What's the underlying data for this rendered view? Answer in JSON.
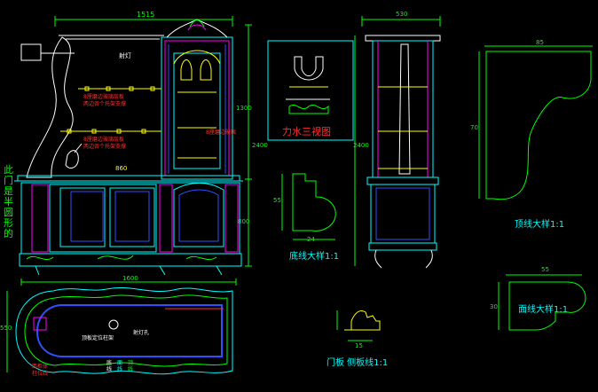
{
  "colors": {
    "background": "#000000",
    "cyan": "#00ffff",
    "green": "#00ff00",
    "yellow": "#ffff00",
    "red": "#ff3030",
    "magenta": "#ff00ff",
    "blue": "#3050ff",
    "white": "#ffffff"
  },
  "labels": {
    "cabinet_width": "1515",
    "side_note": "此门是半圆形的",
    "lamp_top": "射灯",
    "glass_note_1a": "8厘磨边玻璃层板",
    "glass_note_1b": "两边各个托架支撑",
    "glass_note_2a": "8厘磨边玻璃层板",
    "glass_note_2b": "两边各个托架支撑",
    "glass_note_3": "8厘磨边玻璃",
    "counter_height": "860",
    "waterfall_title": "力水三视图",
    "base_line_title": "底线大样1:1",
    "top_line_title": "顶线大样1:1",
    "face_line_title": "面线大样1:1",
    "door_line_title": "门板 侧板线1:1",
    "plan_width": "1600",
    "plan_depth": "550",
    "plan_light_hole": "射灯孔",
    "plan_support": "顶板定位柱架",
    "plan_pos_a": "西柜体",
    "plan_pos_b": "柱位线",
    "plan_legend_1": "底线",
    "plan_legend_2": "面线",
    "plan_legend_3": "顶线",
    "side_width": "530",
    "side_height": "2400",
    "top_line_width": "85",
    "top_line_height": "70",
    "face_line_width": "55",
    "face_line_height": "30",
    "base_line_width": "24",
    "base_line_height": "55",
    "door_line_width": "15",
    "right_dim_total": "2400",
    "right_dim_upper": "1300",
    "right_dim_lower": "800"
  }
}
